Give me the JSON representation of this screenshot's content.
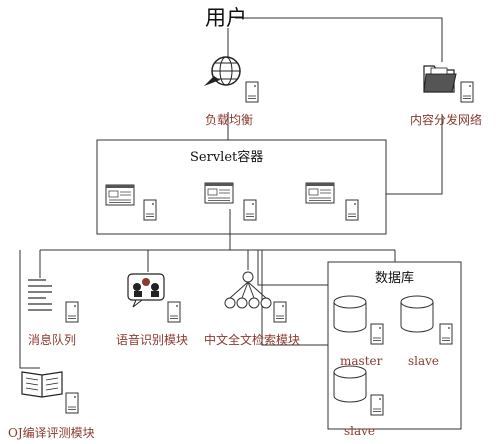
{
  "title": "用户",
  "nodes": {
    "load_balancer": "负载均衡",
    "cdn": "内容分发网络",
    "servlet_container": "Servlet容器",
    "message_queue": "消息队列",
    "speech_module": "语音识别模块",
    "search_module": "中文全文检索模块",
    "judge_module": "OJ编译评测模块"
  },
  "database": {
    "title": "数据库",
    "master": "master",
    "slave_1": "slave",
    "slave_2": "slave"
  },
  "colors": {
    "label_red": "#8b3a2f",
    "line": "#333333"
  }
}
